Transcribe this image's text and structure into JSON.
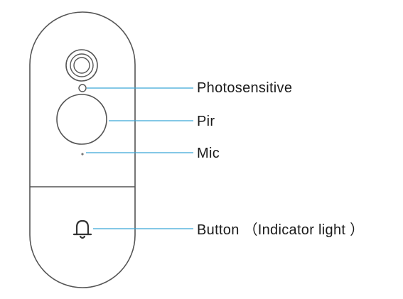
{
  "labels": {
    "photosensitive": "Photosensitive",
    "pir": "Pir",
    "mic": "Mic",
    "button": "Button （Indicator light ）"
  },
  "icons": {
    "camera_lens": "camera-lens-icon",
    "bell": "bell-icon"
  },
  "colors": {
    "device_outline": "#555555",
    "leader_line": "#3aa6d6",
    "text": "#1a1a1a"
  }
}
